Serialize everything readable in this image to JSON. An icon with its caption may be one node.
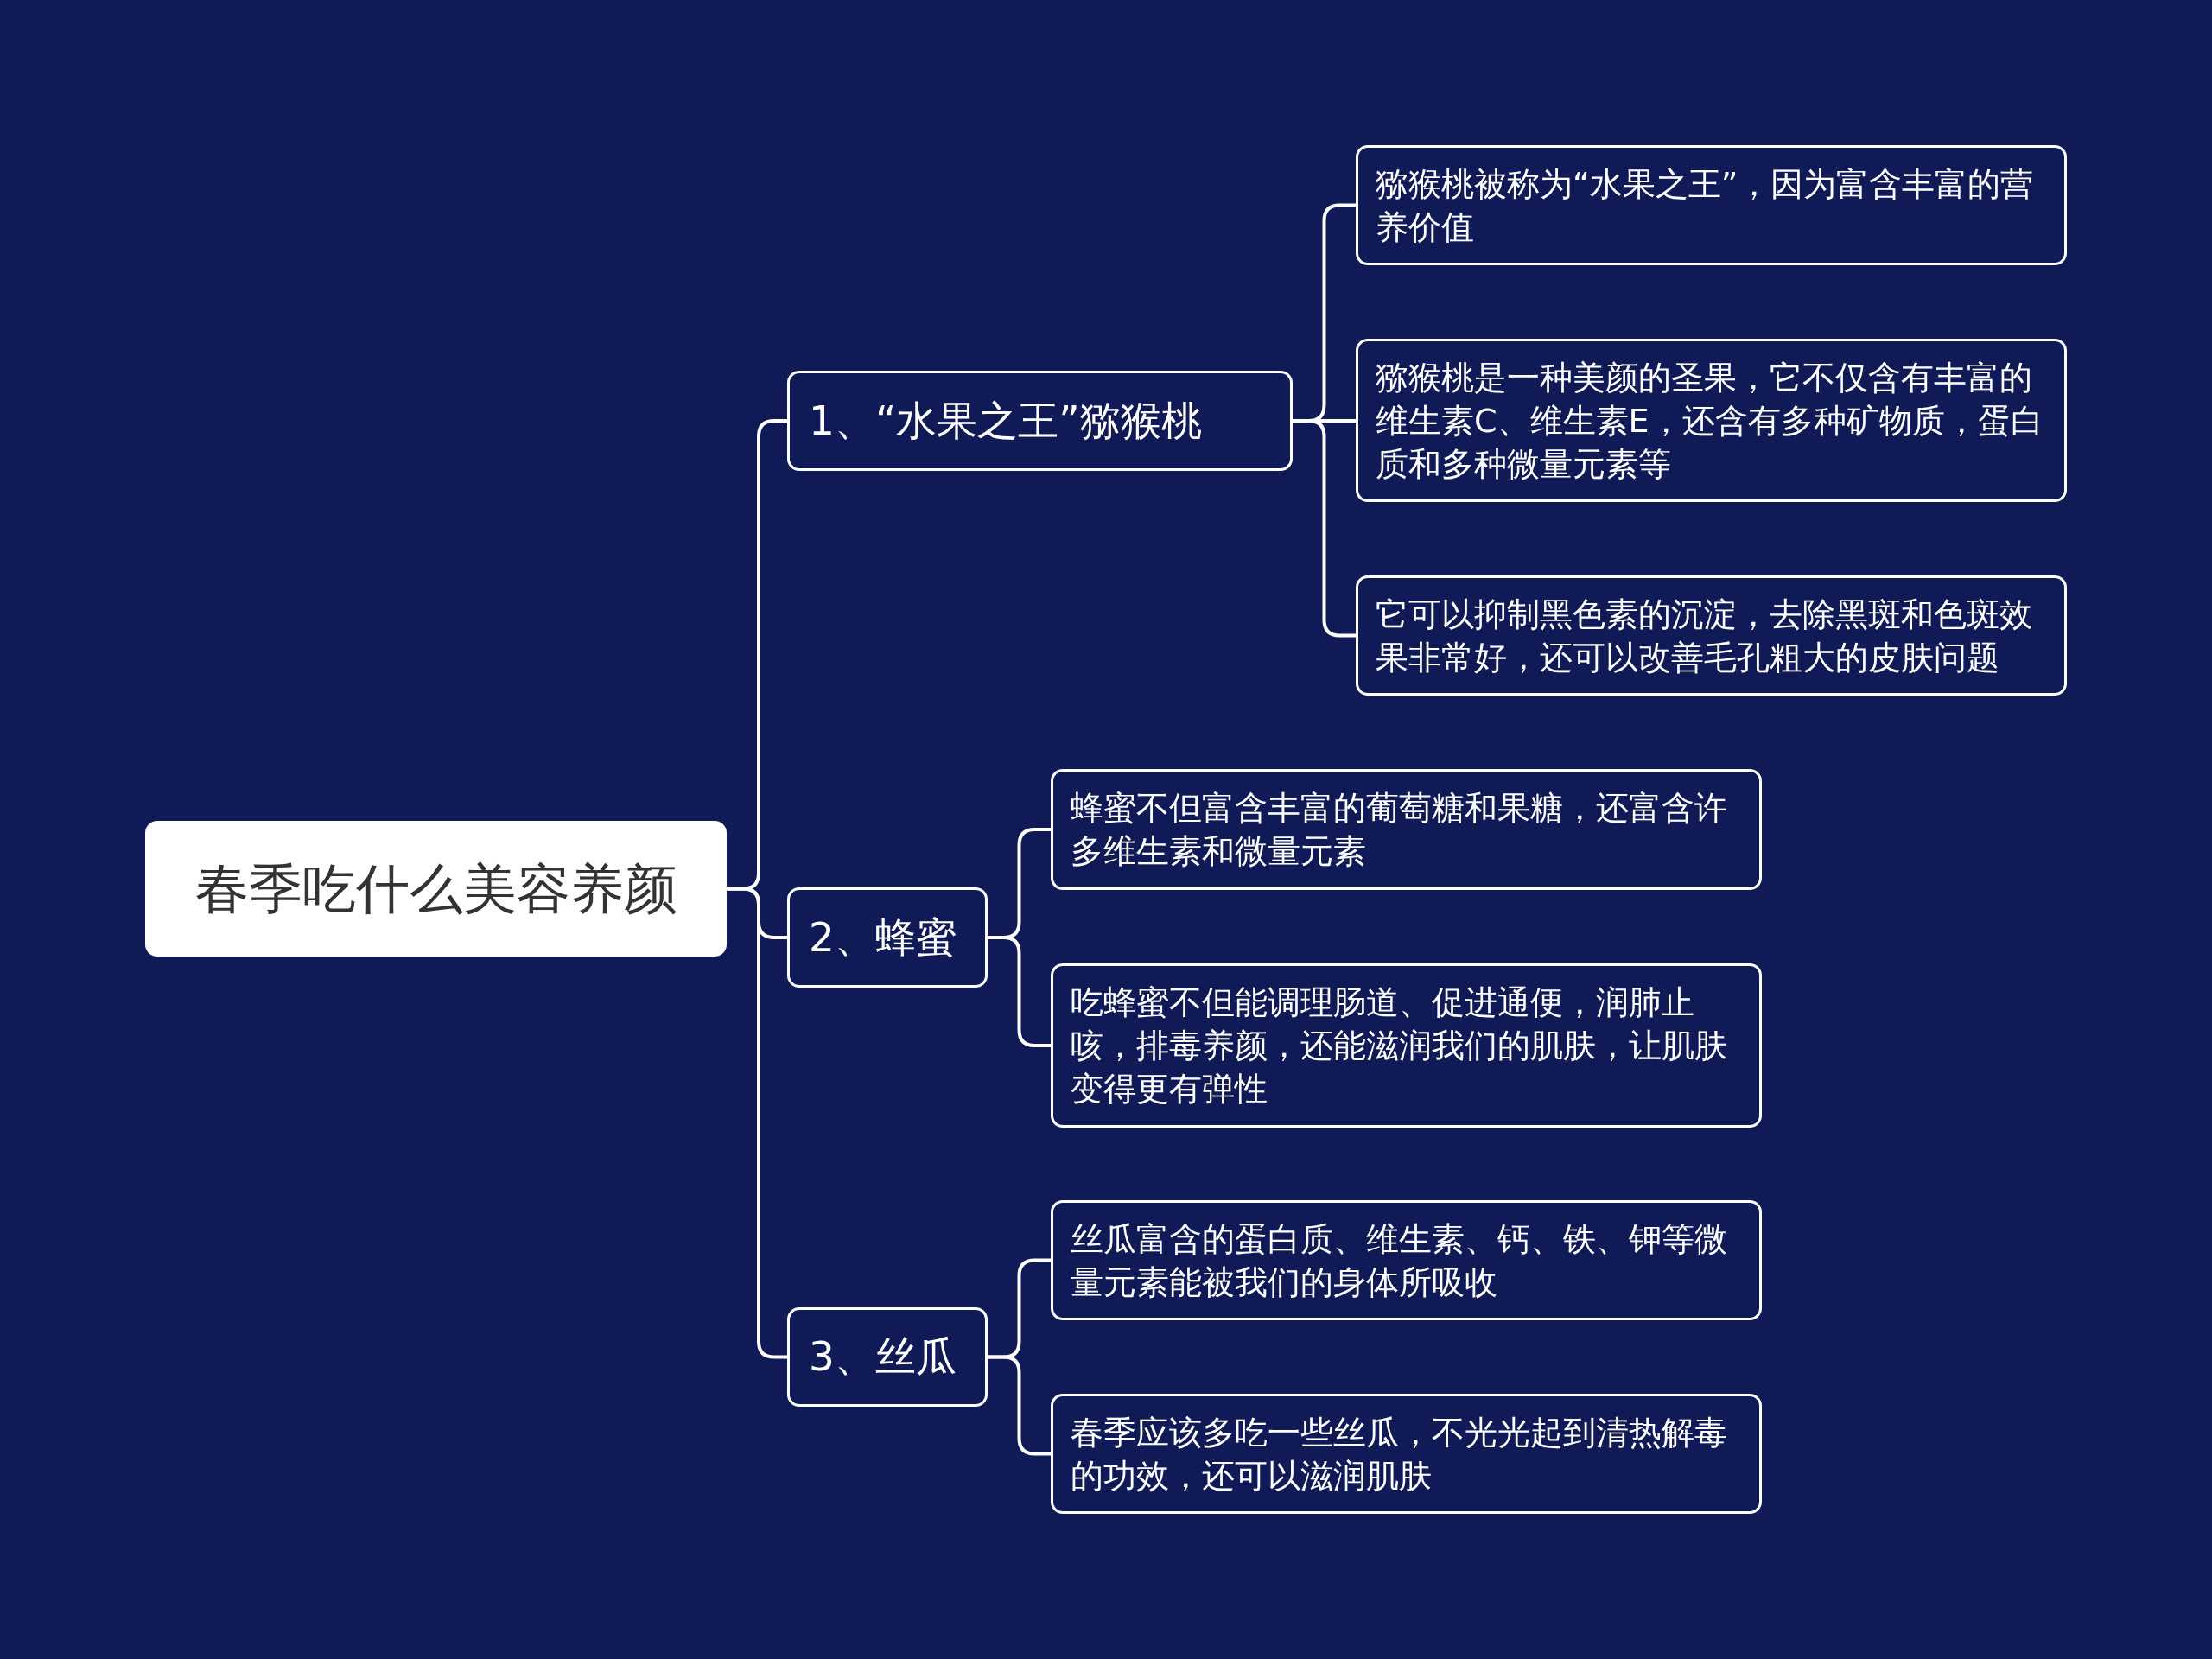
{
  "diagram": {
    "nodes": [
      {
        "text": [
          "春季吃什么美容养颜"
        ]
      },
      {
        "text": [
          "1、“水果之王”猕猴桃"
        ]
      },
      {
        "text": [
          "猕猴桃被称为“水果之王”，因为富含丰富的营养价值"
        ]
      },
      {
        "text": [
          "猕猴桃是一种美颜的圣果，它不仅含有丰富的维生素C、维生素E，还含有多种矿物质，蛋白质和多种微量元素等"
        ]
      },
      {
        "text": [
          "它可以抑制黑色素的沉淀，去除黑斑和色斑效果非常好，还可以改善毛孔粗大的皮肤问题"
        ]
      },
      {
        "text": [
          "2、蜂蜜"
        ]
      },
      {
        "text": [
          "蜂蜜不但富含丰富的葡萄糖和果糖，还富含许多维生素和微量元素"
        ]
      },
      {
        "text": [
          "吃蜂蜜不但能调理肠道、促进通便，润肺止咳，排毒养颜，还能滋润我们的肌肤，让肌肤变得更有弹性"
        ]
      },
      {
        "text": [
          "3、丝瓜"
        ]
      },
      {
        "text": [
          "丝瓜富含的蛋白质、维生素、钙、铁、钾等微量元素能被我们的身体所吸收"
        ]
      },
      {
        "text": [
          "春季应该多吃一些丝瓜，不光光起到清热解毒的功效，还可以滋润肌肤"
        ]
      }
    ],
    "edges": [
      {
        "from": 0,
        "to": 1,
        "arrow": "none"
      },
      {
        "from": 1,
        "to": 2,
        "arrow": "none"
      },
      {
        "from": 1,
        "to": 3,
        "arrow": "none"
      },
      {
        "from": 1,
        "to": 4,
        "arrow": "none"
      },
      {
        "from": 0,
        "to": 5,
        "arrow": "none"
      },
      {
        "from": 5,
        "to": 6,
        "arrow": "none"
      },
      {
        "from": 5,
        "to": 7,
        "arrow": "none"
      },
      {
        "from": 0,
        "to": 8,
        "arrow": "none"
      },
      {
        "from": 8,
        "to": 9,
        "arrow": "none"
      },
      {
        "from": 8,
        "to": 10,
        "arrow": "none"
      }
    ]
  }
}
